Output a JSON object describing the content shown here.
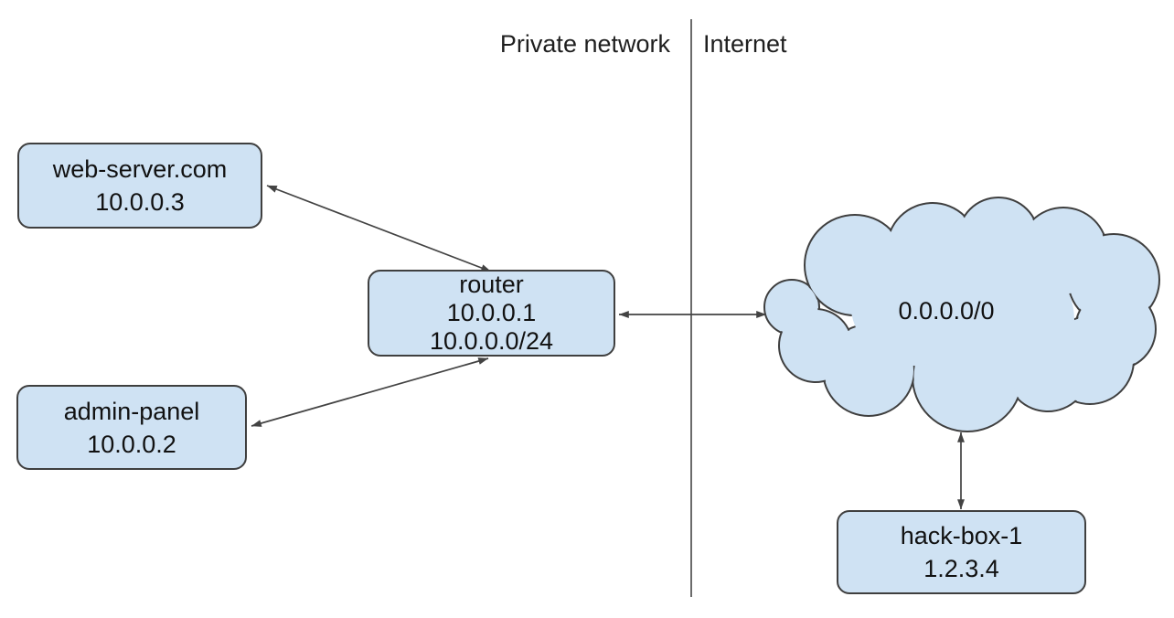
{
  "diagram": {
    "regions": {
      "private_network_label": "Private network",
      "internet_label": "Internet"
    },
    "nodes": {
      "web_server": {
        "name": "web-server.com",
        "ip": "10.0.0.3"
      },
      "admin_panel": {
        "name": "admin-panel",
        "ip": "10.0.0.2"
      },
      "router": {
        "name": "router",
        "ip": "10.0.0.1",
        "subnet": "10.0.0.0/24"
      },
      "internet_cloud": {
        "label": "0.0.0.0/0"
      },
      "hack_box": {
        "name": "hack-box-1",
        "ip": "1.2.3.4"
      }
    },
    "edges": [
      {
        "from": "router",
        "to": "web-server.com",
        "bidirectional": true
      },
      {
        "from": "router",
        "to": "admin-panel",
        "bidirectional": true
      },
      {
        "from": "router",
        "to": "internet-cloud (0.0.0.0/0)",
        "bidirectional": true
      },
      {
        "from": "internet-cloud (0.0.0.0/0)",
        "to": "hack-box-1",
        "bidirectional": true
      }
    ],
    "colors": {
      "node_fill": "#cfe2f3",
      "node_border": "#3f3f3f",
      "connector": "#434343",
      "divider": "#6b6b6b",
      "text": "#1f1f1f",
      "background": "#ffffff"
    }
  }
}
